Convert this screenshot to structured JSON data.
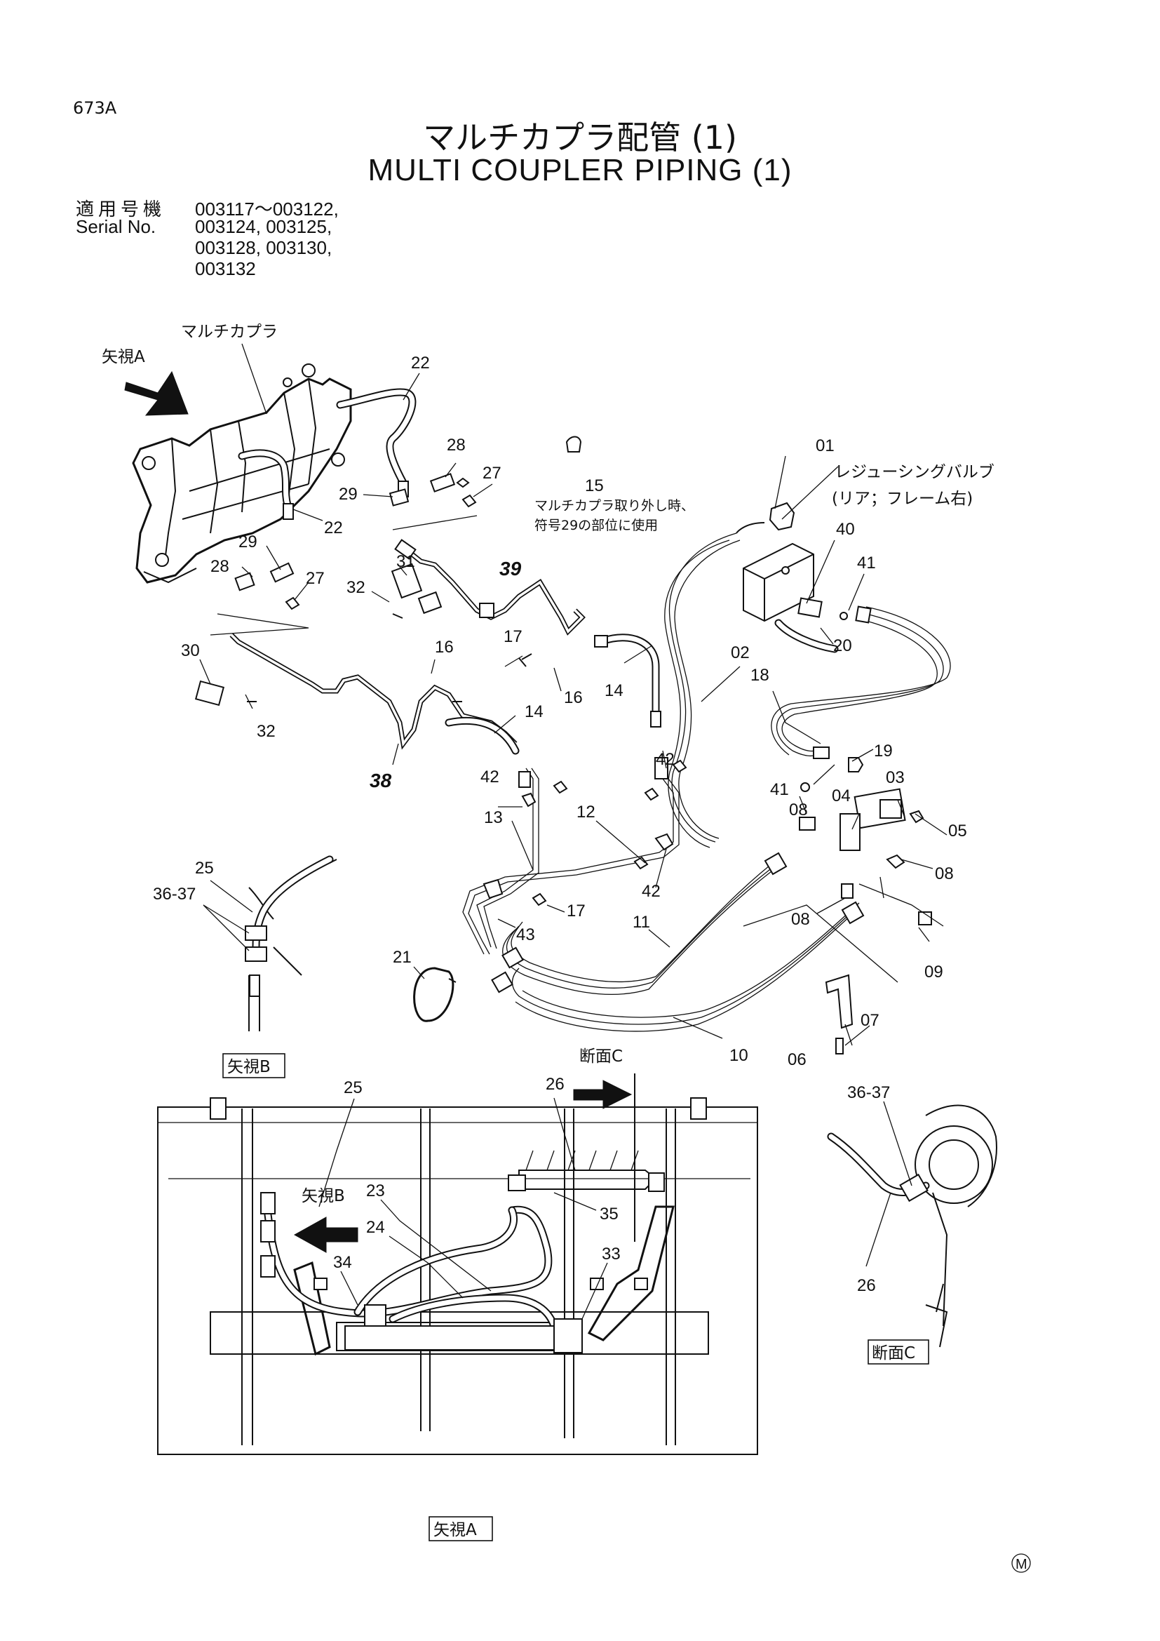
{
  "header": {
    "page_code": "673A",
    "title_jp": "マルチカプラ配管 (1)",
    "title_en": "MULTI COUPLER PIPING (1)"
  },
  "serial": {
    "label_jp": "適用号機",
    "label_en": "Serial No.",
    "lines": [
      "003117～003122,",
      "003124, 003125,",
      "003128, 003130,",
      "003132"
    ]
  },
  "annotations": {
    "multi_coupler": "マルチカプラ",
    "view_a_arrow": "矢視A",
    "resizing_valve_1": "レジューシングバルブ",
    "resizing_valve_2": "(リア；フレーム右)",
    "note_1": "マルチカプラ取り外し時、",
    "note_2": "符号29の部位に使用",
    "view_b_box": "矢視B",
    "view_b_arrow": "矢視B",
    "section_c_arrow": "断面C",
    "section_c_box": "断面C",
    "view_a_box": "矢視A",
    "mark": "M"
  },
  "part_labels": {
    "p22a": "22",
    "p22b": "22",
    "p28a": "28",
    "p27a": "27",
    "p29a": "29",
    "p15": "15",
    "p29b": "29",
    "p28b": "28",
    "p27b": "27",
    "p31": "31",
    "p32a": "32",
    "p39": "39",
    "p01": "01",
    "p40": "40",
    "p41a": "41",
    "p20": "20",
    "p02": "02",
    "p18": "18",
    "p30": "30",
    "p32b": "32",
    "p16a": "16",
    "p17a": "17",
    "p16b": "16",
    "p14a": "14",
    "p14b": "14",
    "p38": "38",
    "p19": "19",
    "p41b": "41",
    "p42a": "42",
    "p42b": "42",
    "p03": "03",
    "p04": "04",
    "p08a": "08",
    "p05": "05",
    "p13": "13",
    "p12": "12",
    "p08b": "08",
    "p42c": "42",
    "p08c": "08",
    "p17b": "17",
    "p43": "43",
    "p11": "11",
    "p09": "09",
    "p25a": "25",
    "p3637a": "36-37",
    "p21": "21",
    "p07": "07",
    "p06": "06",
    "p10": "10",
    "p25b": "25",
    "p26a": "26",
    "p3637b": "36-37",
    "p23": "23",
    "p24": "24",
    "p35": "35",
    "p33": "33",
    "p34": "34",
    "p26b": "26"
  }
}
